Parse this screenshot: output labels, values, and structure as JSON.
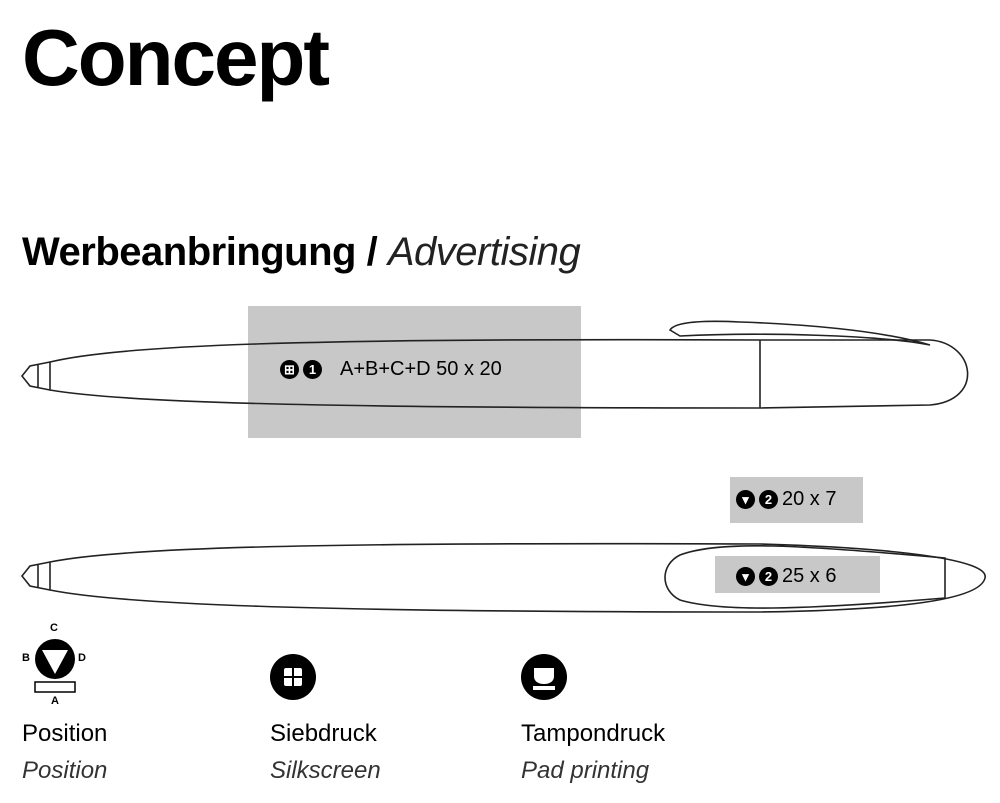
{
  "title": "Concept",
  "section": {
    "title_de": "Werbeanbringung /",
    "title_en": "Advertising"
  },
  "print_areas": [
    {
      "methods": [
        "siebdruck-icon",
        "1"
      ],
      "text": "A+B+C+D 50 x 20"
    },
    {
      "methods": [
        "tampondruck-icon",
        "2"
      ],
      "text": "20 x 7"
    },
    {
      "methods": [
        "tampondruck-icon",
        "2"
      ],
      "text": "25 x 6"
    }
  ],
  "legend": [
    {
      "title": "Position",
      "subtitle": "Position",
      "icon": "position-icon",
      "letters": [
        "C",
        "B",
        "D",
        "A"
      ]
    },
    {
      "title": "Siebdruck",
      "subtitle": "Silkscreen",
      "icon": "silkscreen-icon"
    },
    {
      "title": "Tampondruck",
      "subtitle": "Pad printing",
      "icon": "pad-printing-icon"
    }
  ],
  "colors": {
    "print_area": "#c8c8c8"
  }
}
